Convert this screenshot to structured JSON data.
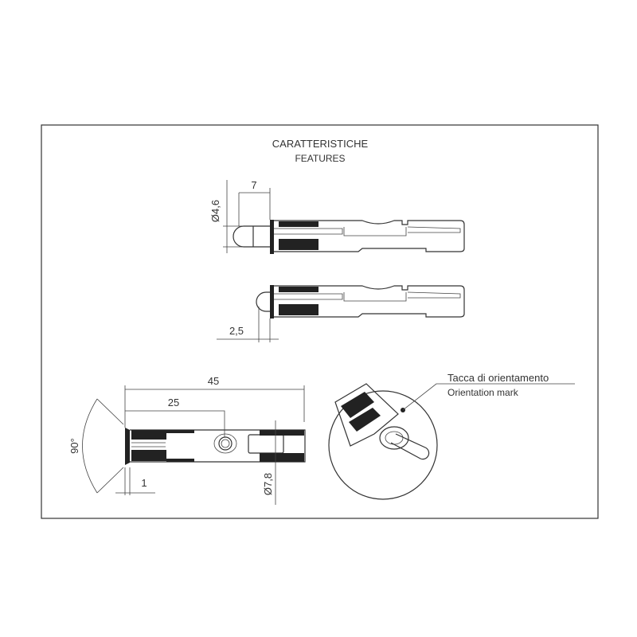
{
  "title": {
    "it": "CARATTERISTICHE",
    "en": "FEATURES"
  },
  "dimensions": {
    "tip_diameter": "Ø4,6",
    "tip_length": "7",
    "retracted_offset": "2,5",
    "total_length": "45",
    "mark_position": "25",
    "head_angle": "90°",
    "flange_thickness": "1",
    "body_diameter": "Ø7,8"
  },
  "callout": {
    "it": "Tacca di orientamento",
    "en": "Orientation mark"
  }
}
